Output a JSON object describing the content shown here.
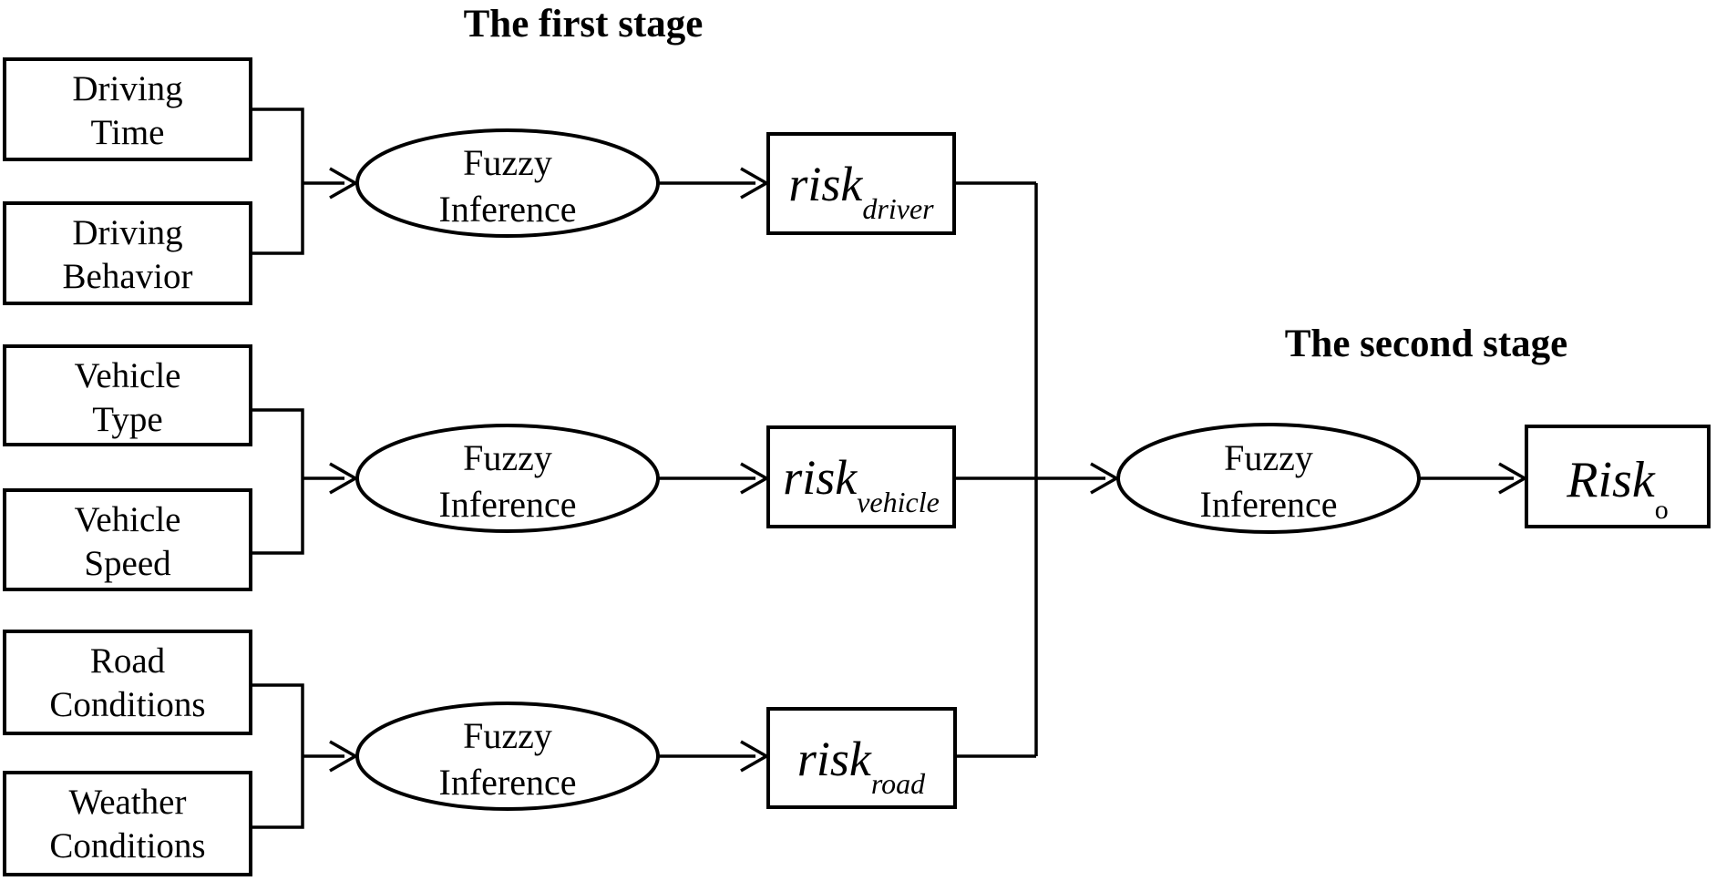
{
  "canvas": {
    "background": "#ffffff",
    "ink": "#000000"
  },
  "titles": {
    "first": "The first stage",
    "second": "The second stage"
  },
  "fuzzy": {
    "line1": "Fuzzy",
    "line2": "Inference"
  },
  "inputs": [
    {
      "line1": "Driving",
      "line2": "Time"
    },
    {
      "line1": "Driving",
      "line2": "Behavior"
    },
    {
      "line1": "Vehicle",
      "line2": "Type"
    },
    {
      "line1": "Vehicle",
      "line2": "Speed"
    },
    {
      "line1": "Road",
      "line2": "Conditions"
    },
    {
      "line1": "Weather",
      "line2": "Conditions"
    }
  ],
  "risks": {
    "driver": {
      "main": "risk",
      "sub": "driver"
    },
    "vehicle": {
      "main": "risk",
      "sub": "vehicle"
    },
    "road": {
      "main": "risk",
      "sub": "road"
    },
    "output": {
      "main": "Risk",
      "sub": "o"
    }
  }
}
